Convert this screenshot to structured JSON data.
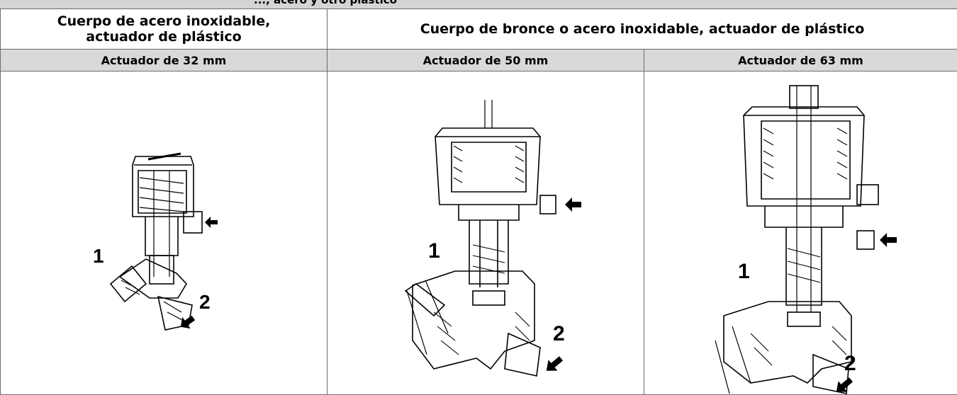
{
  "top_strip_fragment": "..., acero y otro plástico",
  "table": {
    "header_row": {
      "col1": "Cuerpo de acero inoxidable, actuador de plástico",
      "col23": "Cuerpo de bronce o acero inoxidable, actuador de plástico"
    },
    "subheader_row": [
      "Actuador de 32 mm",
      "Actuador de 50 mm",
      "Actuador de 63 mm"
    ],
    "drawings": [
      {
        "port_in_label": "1",
        "port_out_label": "2"
      },
      {
        "port_in_label": "1",
        "port_out_label": "2"
      },
      {
        "port_in_label": "1",
        "port_out_label": "2"
      }
    ]
  }
}
